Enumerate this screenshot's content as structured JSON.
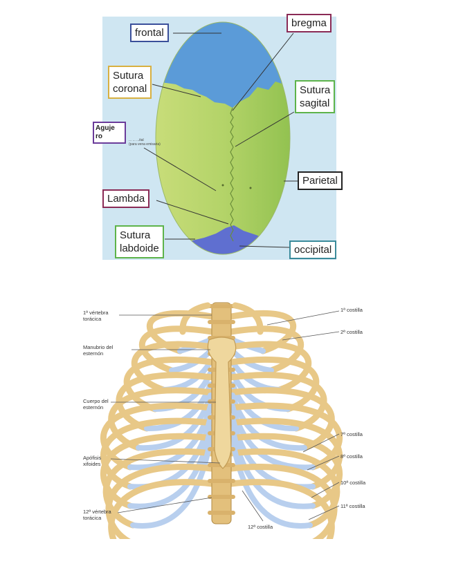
{
  "skull": {
    "colors": {
      "frontal": "#5b9bd8",
      "parietal": "#b7d56a",
      "occipital": "#5f6fd0",
      "background": "#cfe6f2"
    },
    "labels": {
      "frontal": "frontal",
      "bregma": "bregma",
      "sutura_coronal_1": "Sutura",
      "sutura_coronal_2": "coronal",
      "sutura_sagital_1": "Sutura",
      "sutura_sagital_2": "sagital",
      "agujero_1": "Aguje",
      "agujero_2": "ro",
      "agujero_small_1": "... ... ...ital",
      "agujero_small_2": "(para vena emisaria)",
      "parietal": "Parietal",
      "lambda": "Lambda",
      "sutura_labdoide_1": "Sutura",
      "sutura_labdoide_2": "labdoide",
      "occipital": "occipital"
    }
  },
  "thorax": {
    "colors": {
      "bone": "#e8c887",
      "cartilage": "#b8cfee"
    },
    "labels": {
      "v1_1": "1ª vértebra",
      "v1_2": "torácica",
      "manubrio_1": "Manubrio del",
      "manubrio_2": "esternón",
      "cuerpo_1": "Cuerpo del",
      "cuerpo_2": "esternón",
      "apofisis_1": "Apófisis",
      "apofisis_2": "xifoides",
      "v12_1": "12ª vértebra",
      "v12_2": "torácica",
      "c1": "1ª costilla",
      "c2": "2ª costilla",
      "c7": "7ª costilla",
      "c8": "8ª costilla",
      "c10": "10ª costilla",
      "c11": "11ª costilla",
      "c12": "12ª costilla"
    }
  }
}
